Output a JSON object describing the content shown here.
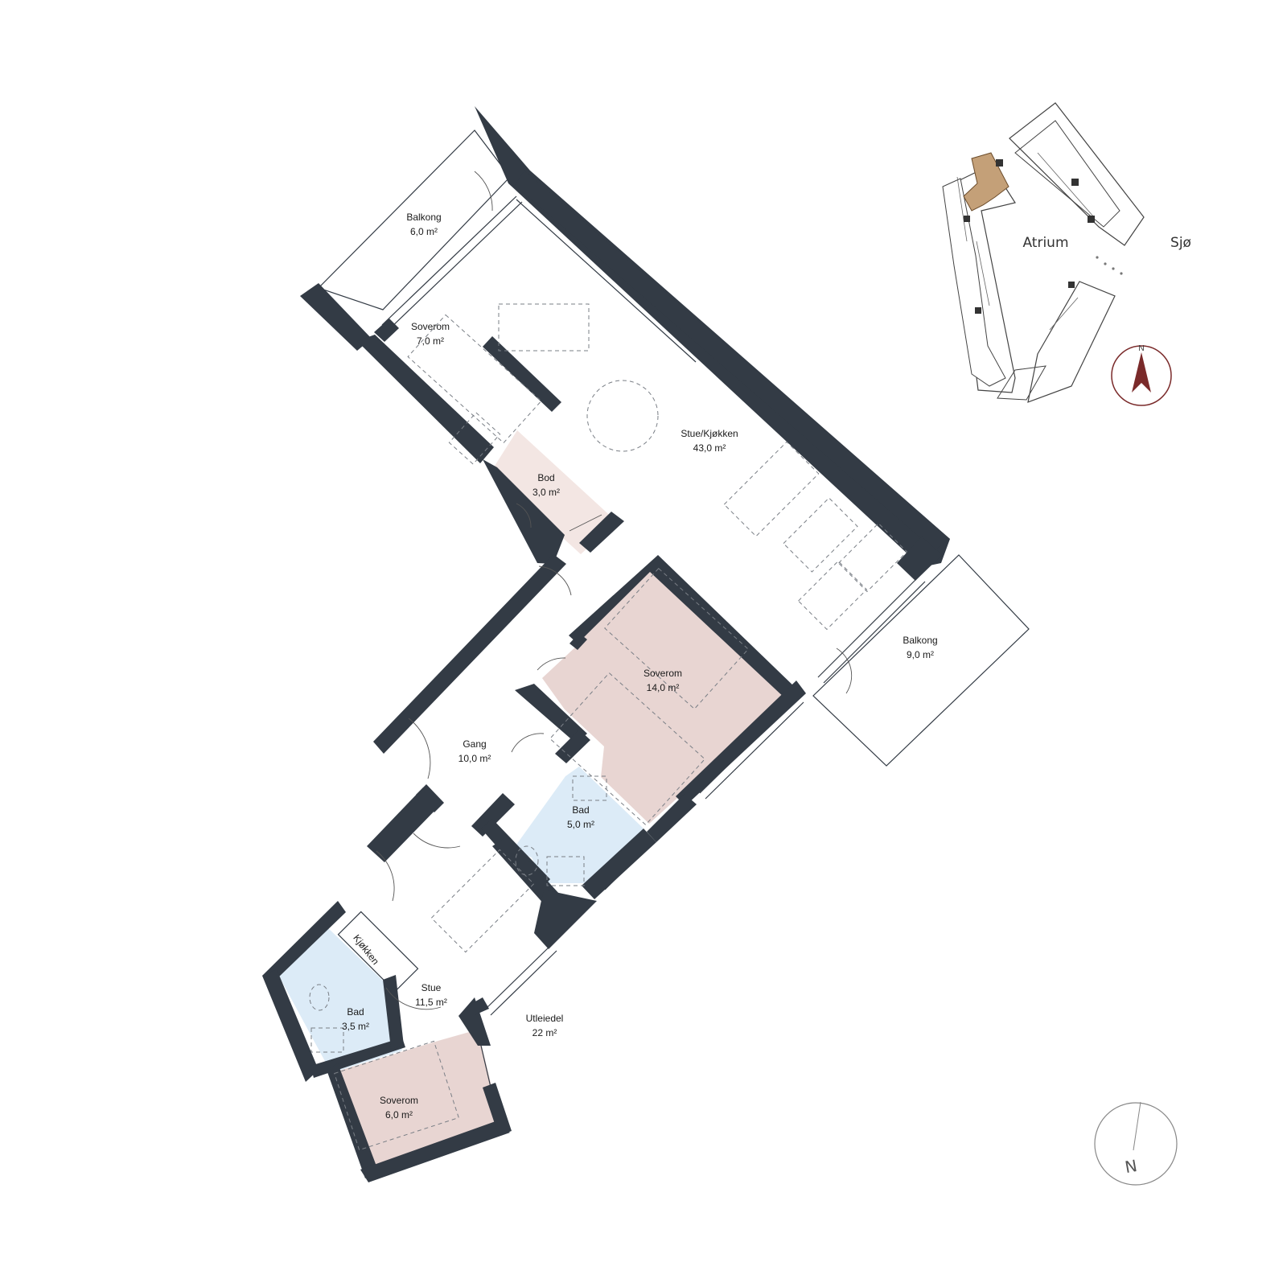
{
  "plan": {
    "rooms": [
      {
        "name": "Balkong",
        "area": "6,0 m²"
      },
      {
        "name": "Soverom",
        "area": "7,0 m²"
      },
      {
        "name": "Stue/Kjøkken",
        "area": "43,0 m²"
      },
      {
        "name": "Bod",
        "area": "3,0 m²"
      },
      {
        "name": "Balkong",
        "area": "9,0 m²"
      },
      {
        "name": "Soverom",
        "area": "14,0 m²"
      },
      {
        "name": "Gang",
        "area": "10,0 m²"
      },
      {
        "name": "Bad",
        "area": "5,0 m²"
      },
      {
        "name": "Stue",
        "area": "11,5 m²"
      },
      {
        "name": "Bad",
        "area": "3,5 m²"
      },
      {
        "name": "Soverom",
        "area": "6,0 m²"
      }
    ],
    "kitchen_label": "Kjøkken",
    "rental_unit": {
      "name": "Utleiedel",
      "area": "22 m²"
    }
  },
  "keyplan": {
    "atrium_label": "Atrium",
    "sea_label": "Sjø",
    "north_letter": "N",
    "highlight_color": "#c4a078"
  },
  "north_arrow": {
    "letter": "N"
  },
  "colors": {
    "wall": "#333b45",
    "bedroom_fill": "#e8d5d2",
    "bath_fill": "#dcebf7",
    "storage_fill": "#f3e6e3",
    "compass_red": "#7a2a2a"
  }
}
